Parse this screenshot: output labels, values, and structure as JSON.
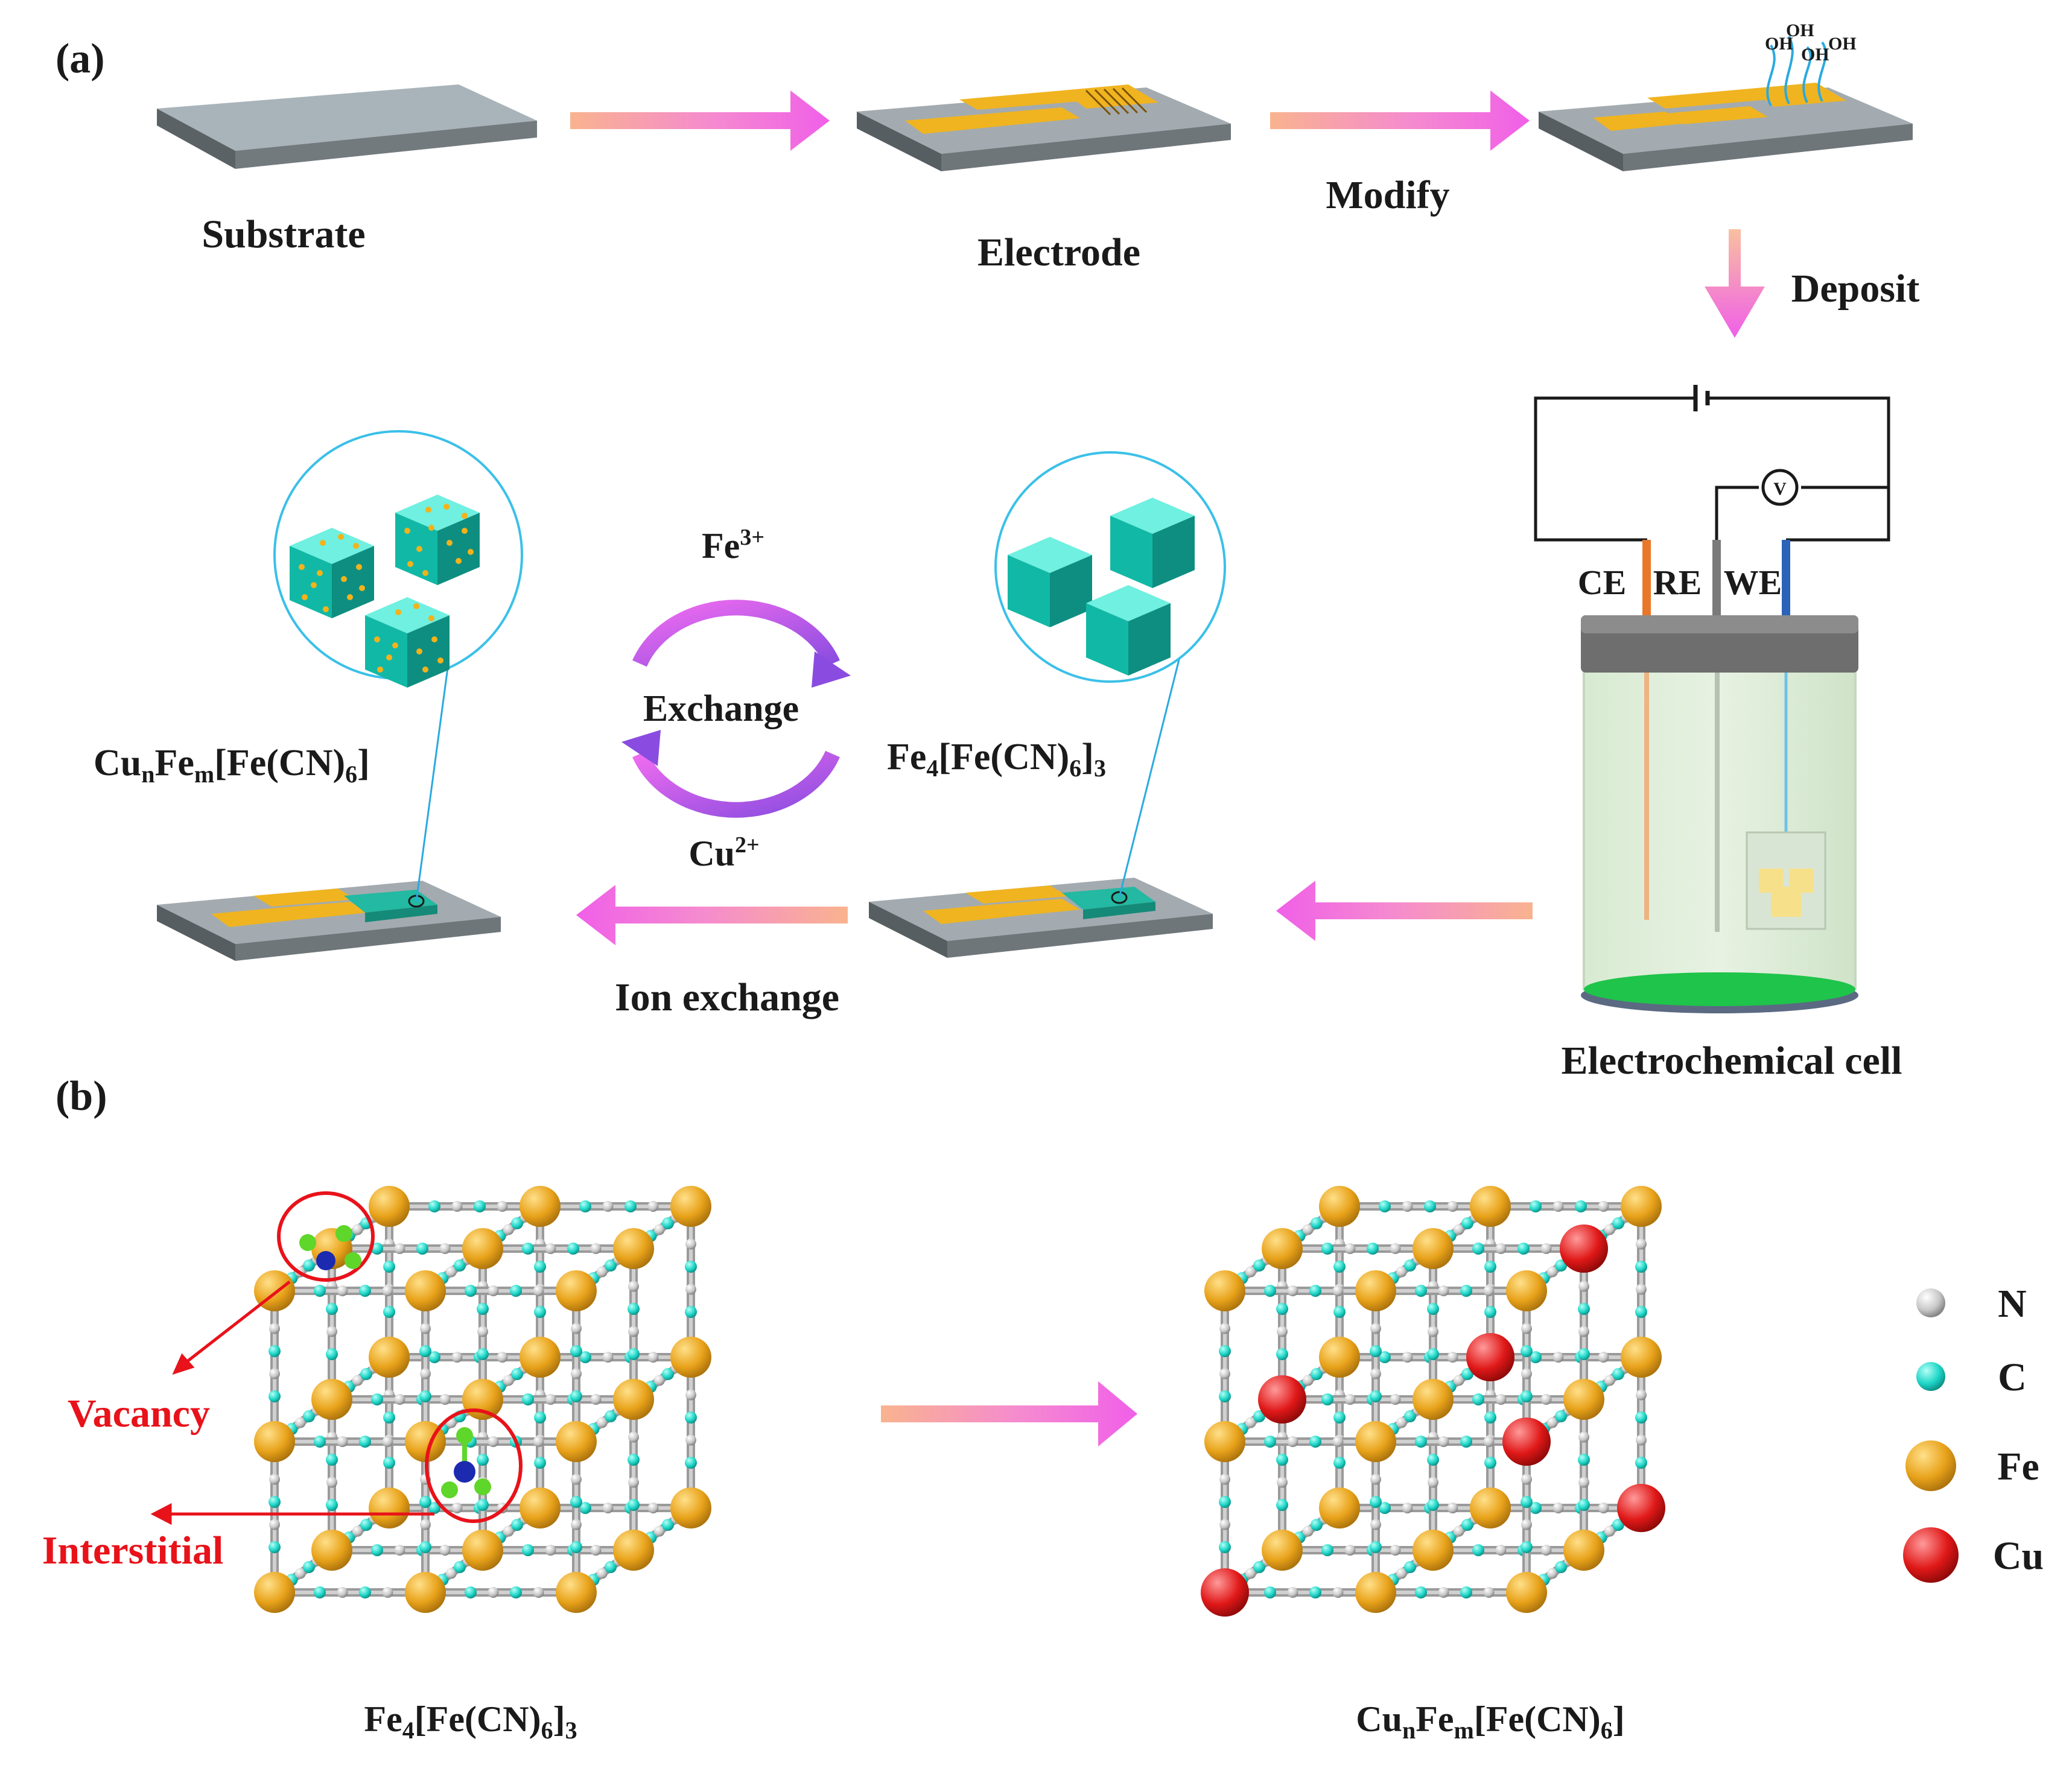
{
  "panel_a": {
    "label": "(a)",
    "steps": {
      "substrate": "Substrate",
      "electrode": "Electrode",
      "modify": "Modify",
      "deposit": "Deposit",
      "cell": "Electrochemical cell",
      "ion_exchange": "Ion exchange",
      "exchange": "Exchange"
    },
    "oh_groups": [
      "OH",
      "OH",
      "OH",
      "OH"
    ],
    "electrodes": [
      "CE",
      "RE",
      "WE"
    ],
    "voltmeter": "V",
    "ions": {
      "top": {
        "base": "Fe",
        "sup": "3+"
      },
      "bottom": {
        "base": "Cu",
        "sup": "2+"
      }
    },
    "compounds": {
      "prussian_blue": {
        "parts": [
          "Fe",
          "4",
          "[Fe(CN)",
          "6",
          "]",
          "3"
        ]
      },
      "product": {
        "parts": [
          "Cu",
          "n",
          "Fe",
          "m",
          "[Fe(CN)",
          "6",
          "]"
        ]
      }
    }
  },
  "panel_b": {
    "label": "(b)",
    "annotations": {
      "vacancy": "Vacancy",
      "interstitial": "Interstitial"
    },
    "legend": [
      {
        "symbol": "N",
        "color": "#c8c8c8"
      },
      {
        "symbol": "C",
        "color": "#1fd6c8"
      },
      {
        "symbol": "Fe",
        "color": "#e8a21a"
      },
      {
        "symbol": "Cu",
        "color": "#e01818"
      }
    ]
  }
}
